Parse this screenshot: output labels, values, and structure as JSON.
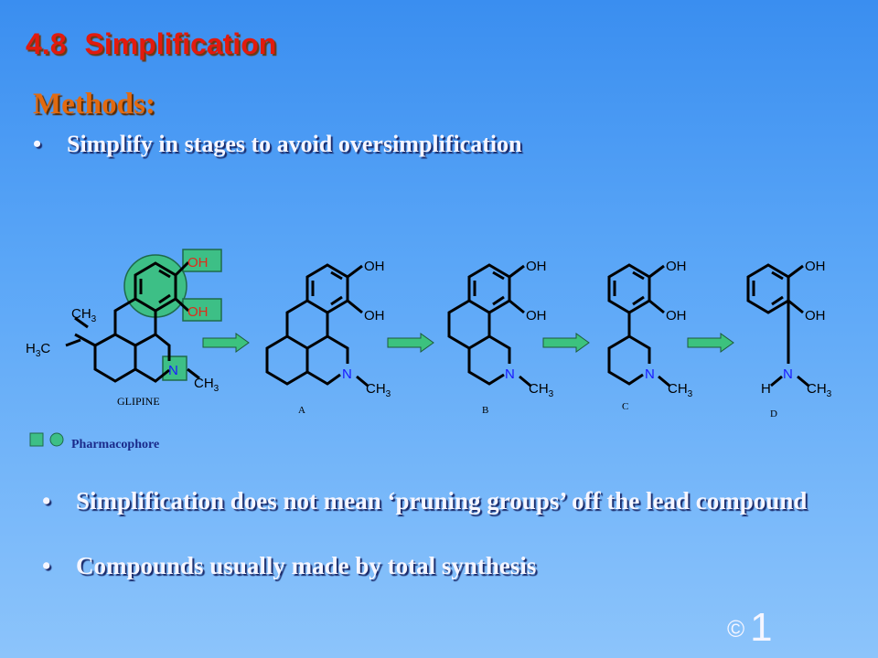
{
  "slide": {
    "title_number": "4.8",
    "title_text": "Simplification",
    "methods_heading": "Methods:",
    "bullets_top": [
      "Simplify in stages to avoid oversimplification"
    ],
    "bullets_bottom": [
      "Simplification does not mean ‘pruning groups’ off the lead compound",
      "Compounds usually made by total synthesis"
    ],
    "bullet_char": "•",
    "copyright_symbol": "©",
    "page_number": "1"
  },
  "diagram": {
    "molecule_labels": [
      "GLIPINE",
      "A",
      "B",
      "C",
      "D"
    ],
    "legend_label": "Pharmacophore",
    "atoms": {
      "oh": "OH",
      "n": "N",
      "ch3": "CH",
      "ch3_sub": "3",
      "h3c": "H",
      "h3c_sub": "3",
      "h3c_c": "C",
      "h": "H"
    }
  },
  "colors": {
    "title": "#e21a0e",
    "methods": "#e26a10",
    "body_text": "#f6f6ff",
    "pharmacophore_fill": "#3dbf86",
    "heteroatom": "#1a1aff",
    "oxygen": "#e22a1a",
    "arrow_fill": "#3cc27e"
  }
}
